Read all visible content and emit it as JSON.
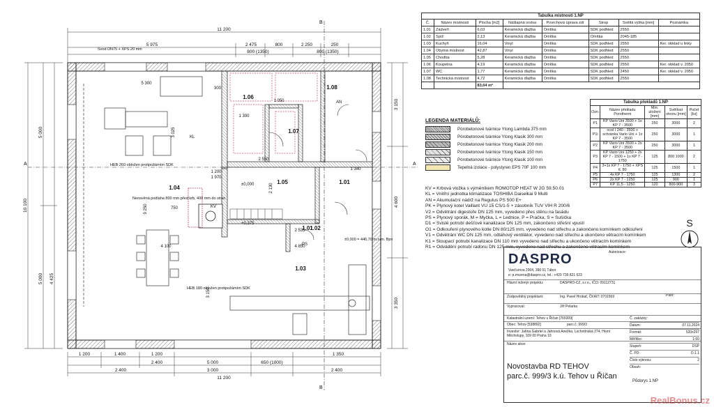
{
  "plan": {
    "top_dims": [
      "11 200",
      "5 975",
      "2 475",
      "800",
      "2 250",
      "250",
      "800 (1350)",
      "800 (1350)"
    ],
    "bottom_dims": [
      "1 200",
      "1 400",
      "1 200",
      "2 400",
      "5 000",
      "650 (1000)",
      "1 350",
      "11 200",
      "2 400",
      "3 000",
      "2 400"
    ],
    "left_dims": [
      "10 100",
      "5 000",
      "5 000",
      "4 425"
    ],
    "right_dims": [
      "3 150",
      "4 600",
      "3 350"
    ],
    "section_markers": [
      "A",
      "A",
      "B",
      "B"
    ],
    "rooms": [
      "1.01",
      "1.02",
      "1.03",
      "1.04",
      "1.05",
      "1.06",
      "1.07",
      "1.08"
    ],
    "notes": {
      "svod": "Svod DN75 + XPS 20 mm",
      "heb260": "HEB 260 obložen protipožárním SDK",
      "heb180": "HEB 180 obložen protipožárním SDK",
      "nosnik": "Neosvěná podlaha 800 mm před krb, 400 mm do stran",
      "level0": "±0,000",
      "level375": "+0,375",
      "sp_note": "±0,000 = 446,70 m.n.m. Bpv",
      "kl": "KL",
      "kv": "KV",
      "an": "AN",
      "ps": "PS",
      "dims_misc": [
        "5 300",
        "3 025",
        "2 550",
        "4 100",
        "4 850",
        "3 150",
        "9 250",
        "1 300",
        "1 200",
        "1 970",
        "1 340",
        "2 130",
        "2 535",
        "750",
        "300",
        "1 050"
      ]
    }
  },
  "rooms_table": {
    "title": "Tabulka místností 1.NP",
    "headers": [
      "Č.",
      "Název místnosti",
      "Plocha [m2]",
      "Nášlapná vrstva",
      "Povrchová úprava zdí",
      "Strop",
      "Světlá výška [mm]",
      "Poznámka"
    ],
    "rows": [
      [
        "1.01",
        "Zádveří",
        "6,03",
        "Keramická dlažba",
        "Omítka",
        "SDK podhled",
        "2550",
        ""
      ],
      [
        "1.02",
        "Spíž",
        "2,13",
        "Keramická dlažba",
        "Omítka",
        "Omítka",
        "2045-185",
        ""
      ],
      [
        "1.03",
        "Kuchyň",
        "16,04",
        "Vinyl",
        "Omítka",
        "SDK podhled",
        "2550",
        "Ker. obklad u linky"
      ],
      [
        "1.04",
        "Obytná místnost",
        "42,87",
        "Vinyl",
        "Omítka",
        "SDK podhled",
        "2550",
        ""
      ],
      [
        "1.05",
        "Chodba",
        "5,28",
        "Keramická dlažba",
        "Omítka",
        "SDK podhled",
        "2550",
        ""
      ],
      [
        "1.06",
        "Koupelna",
        "4,19",
        "Keramická dlažba",
        "Omítka",
        "SDK podhled",
        "2550",
        "Ker. obklad v. 2050"
      ],
      [
        "1.07",
        "WC",
        "1,77",
        "Keramická dlažba",
        "Omítka",
        "SDK podhled",
        "2450",
        "Ker. obklad v. 2050"
      ],
      [
        "1.08",
        "Technická místnost",
        "4,72",
        "Keramická dlažba",
        "Omítka",
        "SDK podhled",
        "2550",
        ""
      ]
    ],
    "total": "83,04 m²"
  },
  "lintel_table": {
    "title": "Tabulka překladů 1.NP",
    "headers": [
      "Ozn.",
      "Název překladu Porotherm",
      "Min. uložení [mm]",
      "Světlost otvoru [mm]",
      "Počet [ks]"
    ],
    "rows": [
      [
        "P1",
        "KP Vario Uni 3500 + 1x KP 7 - 3500",
        "250",
        "3000",
        "2"
      ],
      [
        "P1i",
        "ocel I 240 - 3500 + schránka Vario Uni + 1x KP 7 - 3500",
        "250",
        "3000",
        "1"
      ],
      [
        "P2",
        "KP Vario Uni 3500 + 2x KP 7 - 3500",
        "250",
        "3000",
        "1"
      ],
      [
        "P3",
        "KP Vario Uni 1250 + 2x KP 7 - 1500 + 1x KP 7 - 1750",
        "125",
        "800 1000",
        "2"
      ],
      [
        "P4",
        "3+1x KP 7 - 1750 + XPS tl. 80",
        "125",
        "1500",
        "1"
      ],
      [
        "P5",
        "4x KP 7 - 1750",
        "125",
        "1300",
        "2"
      ],
      [
        "P6",
        "2x KP 7 - 1250",
        "125",
        "900",
        "1"
      ],
      [
        "P7",
        "KP 11,5 - 1250",
        "120",
        "800-900",
        "3"
      ]
    ]
  },
  "legend": {
    "title": "LEGENDA MATERIÁLŮ:",
    "items": [
      "Pórobetonové tvárnice Ytong Lambda 375 mm",
      "Pórobetonové tvárnice Ytong Klasik 300 mm",
      "Pórobetonové tvárnice Ytong Klasik 200 mm",
      "Pórobetonové tvárnice Ytong Klasik 150 mm",
      "Pórobetonové tvárnice Ytong Klasik 100 mm",
      "Tepelná izolace - polystyren EPS 70F 100 mm"
    ],
    "colors": [
      "#d9d9d9",
      "#cfcfcf",
      "#bdbdbd",
      "#e2e2e2",
      "#ececec",
      "#f3e7b3"
    ]
  },
  "abbreviations": [
    "KV = Krbová vložka s výměníkem ROMOTOP HEAT W 2G 59.50.01",
    "KL = Vnitřní jednotka klimatizace TOSHIBA Daiseikai 9 Multi",
    "AN = Akumulační nádrž na Regulus PS 500 E+",
    "PK = Plynový kotel Vaillant VU 15 CS/1-5 + zásobník TUV VIH R 200/6",
    "V2 = Odvětrání digestoře DN 125 mm, vyvedeno přes stěnu na fasádu",
    "PS = Plynový sporák, M = Myčka, L = Lednice, P = Pračka, S = Sušička",
    "D1 = Svislé potrubí dešťové kanalizace DN 125 mm, zakončeno střešní vpustí",
    "O1 = Odkouření plynového kotle DN 80/125 mm, vyvedeno nad střechu a zakončeno komínkem odkouření",
    "V1 = Odvětrání WC DN 125 mm, odtahový ventilátor, vyvedeno nad střechu a ukončeno větracím komínkem",
    "K1 = Stoupací potrubí kanalizace DN 110 mm vyvedeno nad střechu a ukončeno větracím komínkem",
    "R1 = Odvádění potrubí radonu DN 125 mm, vyvedeno nad střechu a zakončeno větracím komínkem"
  ],
  "north": "S",
  "titleblock": {
    "brand": "DASPRO",
    "address1": "Vančurova 2904, 390 01 Tábor",
    "address2": "e: p.mrzena@daspro.cz, tel.: +420 739 821 623",
    "autorizace": "Autorizace:",
    "rows": [
      [
        "Hlavní inženýr projektu:",
        "DASPRO-CZ, s.r.o., IČO: 09112731"
      ],
      [
        "Zodpovědný projektant:",
        "Ing. Pavel Hrobař, ČKAIT: 0701569"
      ],
      [
        "Vypracoval:",
        "Jiří Pelarka"
      ],
      [
        "Katastrální území: Tehov u Říčan [765309]",
        ""
      ],
      [
        "Obec: Tehov [538892]",
        "parc.č. 999/3"
      ],
      [
        "Investor: Jahna Gabriel a Jahnová Anežka, Lochotínská 274, Horní Měcholupy, 109 00 Praha 10",
        ""
      ],
      [
        "Název akce:",
        ""
      ]
    ],
    "pare": "Paré:",
    "right_rows": [
      [
        "Č. zakázky:",
        ""
      ],
      [
        "Datum:",
        "07.11.2024"
      ],
      [
        "Formát:",
        "520x297"
      ],
      [
        "Měřítko:",
        "1:50"
      ],
      [
        "Stupeň:",
        "DSP"
      ],
      [
        "Č. PD:",
        "D.1.1"
      ],
      [
        "Číslo výkresu:",
        "2"
      ],
      [
        "Obsah:",
        ""
      ]
    ],
    "project_title_1": "Novostavba RD TEHOV",
    "project_title_2": "parc.č. 999/3 k.ú. Tehov u Říčan",
    "content": "Půdorys 1.NP"
  },
  "watermark": "RealBonus.cz"
}
